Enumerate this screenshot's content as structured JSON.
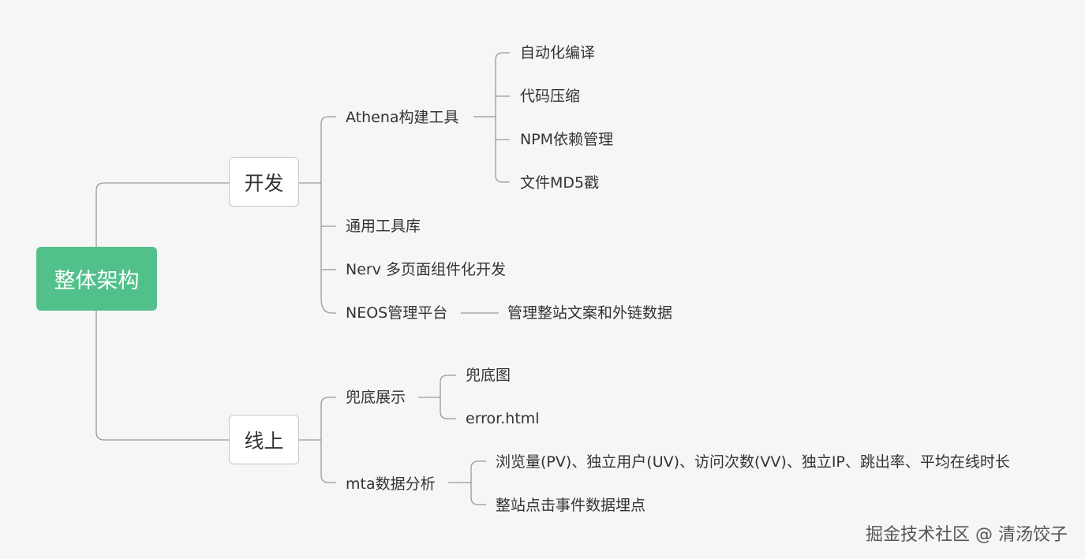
{
  "root": "整体架构",
  "branches": {
    "dev": {
      "label": "开发",
      "athena": {
        "label": "Athena构建工具",
        "items": [
          "自动化编译",
          "代码压缩",
          "NPM依赖管理",
          "文件MD5戳"
        ]
      },
      "toolkit": "通用工具库",
      "nerv": "Nerv 多页面组件化开发",
      "neos": {
        "label": "NEOS管理平台",
        "child": "管理整站文案和外链数据"
      }
    },
    "online": {
      "label": "线上",
      "fallback": {
        "label": "兜底展示",
        "items": [
          "兜底图",
          "error.html"
        ]
      },
      "mta": {
        "label": "mta数据分析",
        "items": [
          "浏览量(PV)、独立用户(UV)、访问次数(VV)、独立IP、跳出率、平均在线时长",
          "整站点击事件数据埋点"
        ]
      }
    }
  },
  "watermark": "掘金技术社区 @ 清汤饺子",
  "colors": {
    "root_fill": "#52c08a",
    "connector": "#9a9a9a",
    "background": "#f6f6f6"
  }
}
